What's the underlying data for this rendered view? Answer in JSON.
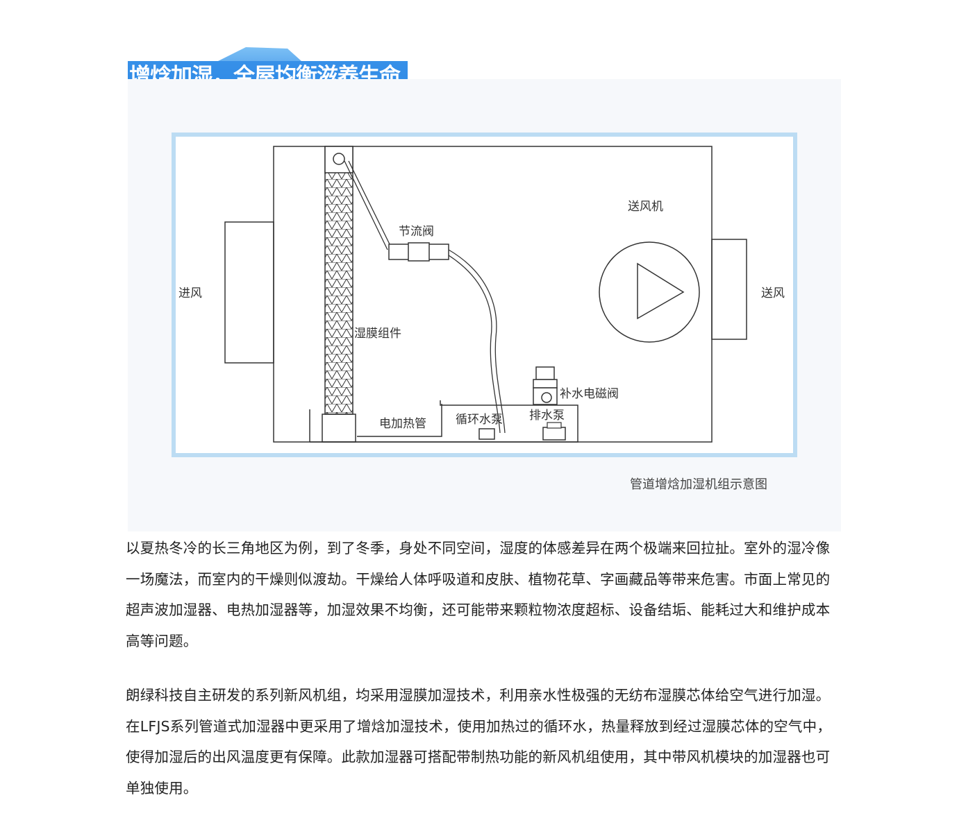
{
  "header": {
    "title": "增焓加湿，全屋均衡滋养生命",
    "accent": "#2f8be6"
  },
  "diagram": {
    "labels": {
      "air_in": "进风",
      "air_out": "送风",
      "fan": "送风机",
      "throttle_valve": "节流阀",
      "wet_film": "湿膜组件",
      "solenoid_valve": "补水电磁阀",
      "drain_pump": "排水泵",
      "circulation_pump": "循环水泵",
      "heating_tube": "电加热管"
    },
    "caption": "管道增焓加湿机组示意图"
  },
  "body": {
    "paragraph1": "以夏热冬冷的长三角地区为例，到了冬季，身处不同空间，湿度的体感差异在两个极端来回拉扯。室外的湿冷像一场魔法，而室内的干燥则似渡劫。干燥给人体呼吸道和皮肤、植物花草、字画藏品等带来危害。市面上常见的超声波加湿器、电热加湿器等，加湿效果不均衡，还可能带来颗粒物浓度超标、设备结垢、能耗过大和维护成本高等问题。",
    "paragraph2": "朗绿科技自主研发的系列新风机组，均采用湿膜加湿技术，利用亲水性极强的无纺布湿膜芯体给空气进行加湿。在LFJS系列管道式加湿器中更采用了增焓加湿技术，使用加热过的循环水，热量释放到经过湿膜芯体的空气中，使得加湿后的出风温度更有保障。此款加湿器可搭配带制热功能的新风机组使用，其中带风机模块的加湿器也可单独使用。"
  }
}
